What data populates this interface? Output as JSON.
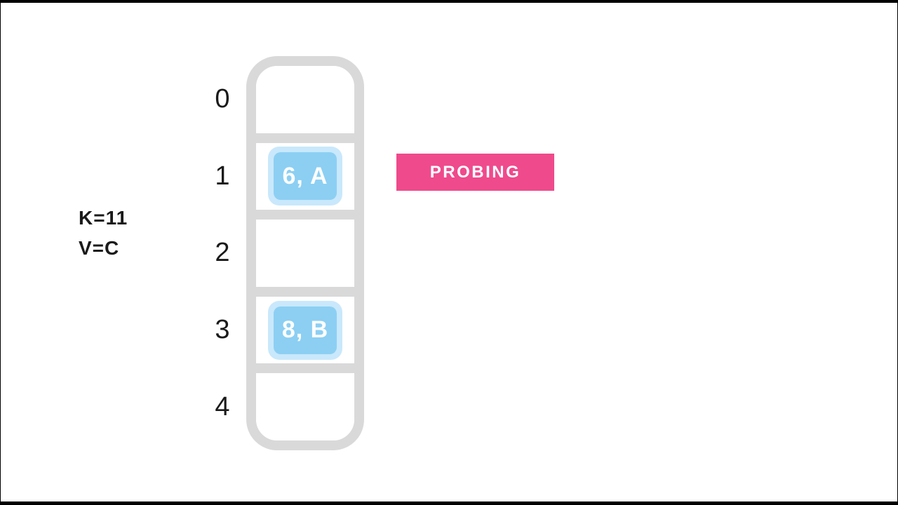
{
  "scene": {
    "description": "hash table linear probing step",
    "background_color": "#FFFFFF",
    "letterbox_color": "#000000"
  },
  "annotation": {
    "key": "K=11",
    "value": "V=C"
  },
  "badge": {
    "label": "PROBING",
    "color": "#EF4A8C",
    "text_color": "#FFFFFF"
  },
  "table": {
    "frame_color": "#D9D9D9",
    "tile_color": "#8CCFF3",
    "tile_glow_color": "#C9E8FB",
    "slots": [
      {
        "index": "0",
        "entry": ""
      },
      {
        "index": "1",
        "entry": "6, A"
      },
      {
        "index": "2",
        "entry": ""
      },
      {
        "index": "3",
        "entry": "8, B"
      },
      {
        "index": "4",
        "entry": ""
      }
    ]
  }
}
